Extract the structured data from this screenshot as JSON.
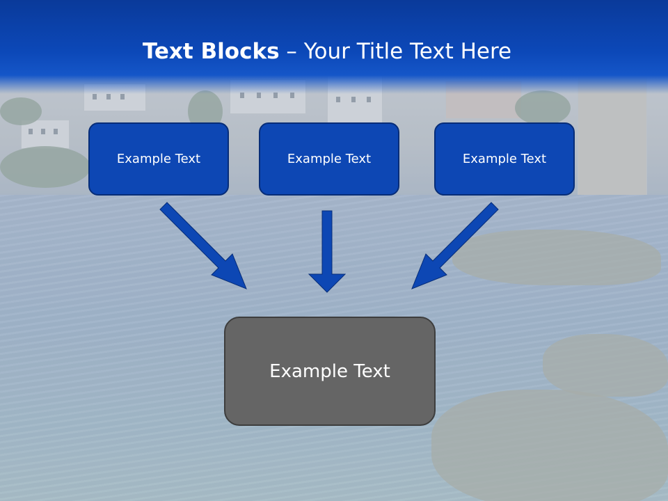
{
  "slide": {
    "title_bold": "Text Blocks",
    "title_rest": " – Your Title Text Here",
    "boxes": [
      {
        "label": "Example Text"
      },
      {
        "label": "Example Text"
      },
      {
        "label": "Example Text"
      }
    ],
    "target": {
      "label": "Example Text"
    }
  },
  "colors": {
    "title_band": "#0c48b8",
    "box_fill": "#0d47b4",
    "box_border": "#072d78",
    "arrow": "#0d47b4",
    "target_fill": "#656565"
  },
  "icons": [
    "arrow-diagonal-down-right-icon",
    "arrow-down-icon",
    "arrow-diagonal-down-left-icon"
  ]
}
